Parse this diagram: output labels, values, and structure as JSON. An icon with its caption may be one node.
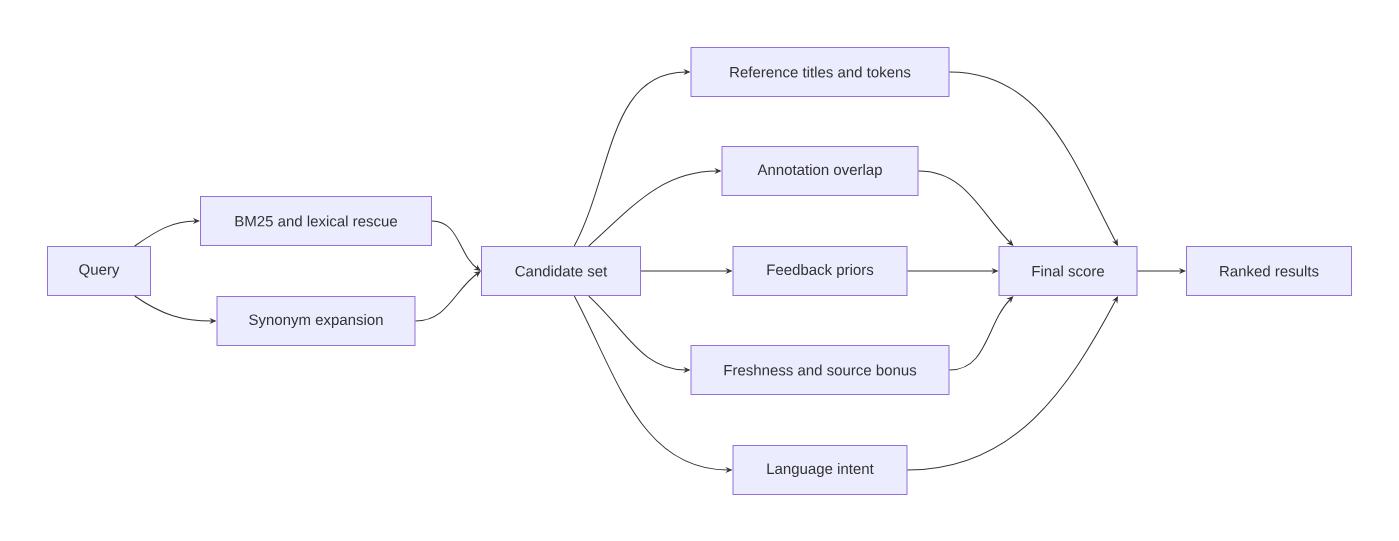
{
  "diagram": {
    "nodes": [
      {
        "text": [
          "Query"
        ]
      },
      {
        "text": [
          "BM25 and lexical rescue"
        ]
      },
      {
        "text": [
          "Synonym expansion"
        ]
      },
      {
        "text": [
          "Candidate set"
        ]
      },
      {
        "text": [
          "Reference titles and tokens"
        ]
      },
      {
        "text": [
          "Annotation overlap"
        ]
      },
      {
        "text": [
          "Feedback priors"
        ]
      },
      {
        "text": [
          "Freshness and source bonus"
        ]
      },
      {
        "text": [
          "Language intent"
        ]
      },
      {
        "text": [
          "Final score"
        ]
      },
      {
        "text": [
          "Ranked results"
        ]
      }
    ],
    "edges": [
      {
        "from": 0,
        "to": 1,
        "arrow": "to"
      },
      {
        "from": 0,
        "to": 2,
        "arrow": "to"
      },
      {
        "from": 1,
        "to": 3,
        "arrow": "to"
      },
      {
        "from": 2,
        "to": 3,
        "arrow": "to"
      },
      {
        "from": 3,
        "to": 4,
        "arrow": "to"
      },
      {
        "from": 3,
        "to": 5,
        "arrow": "to"
      },
      {
        "from": 3,
        "to": 6,
        "arrow": "to"
      },
      {
        "from": 3,
        "to": 7,
        "arrow": "to"
      },
      {
        "from": 3,
        "to": 8,
        "arrow": "to"
      },
      {
        "from": 4,
        "to": 9,
        "arrow": "to"
      },
      {
        "from": 5,
        "to": 9,
        "arrow": "to"
      },
      {
        "from": 6,
        "to": 9,
        "arrow": "to"
      },
      {
        "from": 7,
        "to": 9,
        "arrow": "to"
      },
      {
        "from": 8,
        "to": 9,
        "arrow": "to"
      },
      {
        "from": 9,
        "to": 10,
        "arrow": "to"
      }
    ]
  }
}
